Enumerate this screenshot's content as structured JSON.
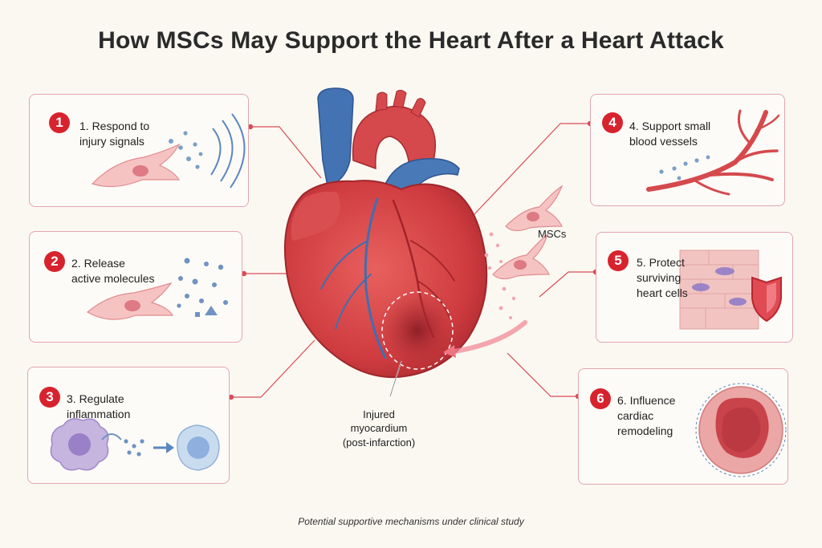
{
  "title": "How MSCs May Support the Heart After a Heart Attack",
  "mechanisms": [
    {
      "number": "1",
      "label": "1. Respond to\ninjury signals",
      "illustration": "msc-with-signal-waves"
    },
    {
      "number": "2",
      "label": "2. Release\nactive molecules",
      "illustration": "msc-releasing-molecules"
    },
    {
      "number": "3",
      "label": "3. Regulate\ninflammation",
      "illustration": "immune-cell-transition"
    },
    {
      "number": "4",
      "label": "4. Support small\nblood vessels",
      "illustration": "branching-blood-vessel"
    },
    {
      "number": "5",
      "label": "5. Protect\nsurviving\nheart cells",
      "illustration": "heart-muscle-with-shield"
    },
    {
      "number": "6",
      "label": "6. Influence\ncardiac\nremodeling",
      "illustration": "ventricle-cross-section"
    }
  ],
  "center": {
    "mscs_label": "MSCs",
    "injury_label": "Injured\nmyocardium",
    "injury_sublabel": "(post-infarction)"
  },
  "footer": "Potential supportive mechanisms under clinical study",
  "colors": {
    "accent_red": "#d7232e",
    "card_border": "#e2a6ad",
    "heart": "#d9474a",
    "vessel_blue": "#3f6fb0",
    "background": "#fbf8f2"
  }
}
